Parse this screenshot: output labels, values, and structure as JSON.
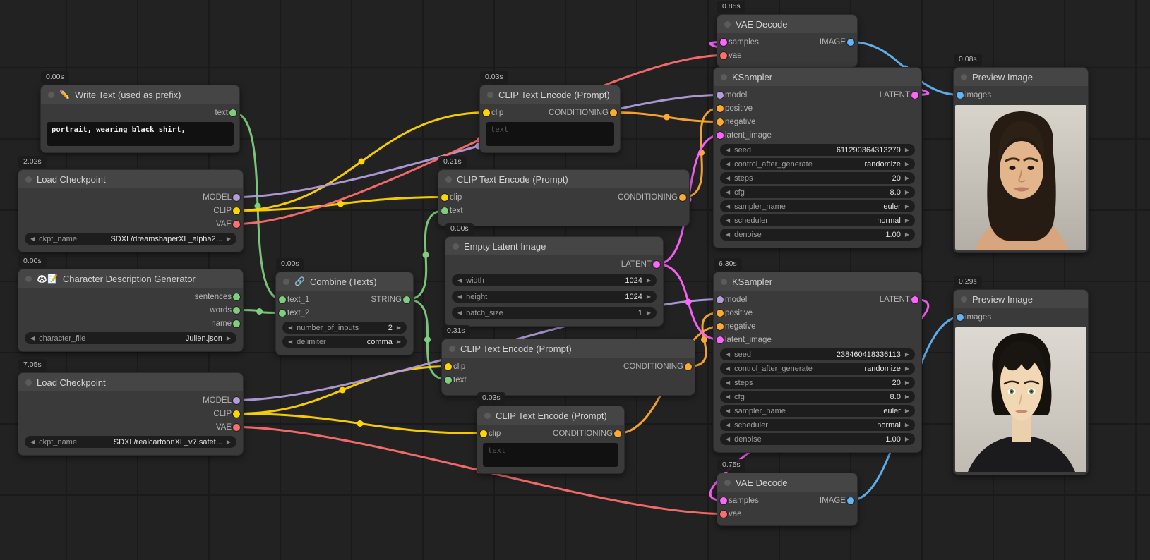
{
  "icons": {
    "left_arrow": "◀",
    "right_arrow": "▶"
  },
  "slot_colors": {
    "MODEL": "#b39ddb",
    "CLIP": "#ffd500",
    "VAE": "#ff6e6e",
    "CONDITIONING": "#ffa931",
    "LATENT": "#ff64ff",
    "IMAGE": "#64b5f6",
    "STRING": "#7ece7e"
  },
  "nodes": {
    "write_text": {
      "timing": "0.00s",
      "icon": "✏️",
      "title": "Write Text (used as prefix)",
      "outputs": [
        "text"
      ],
      "text_value": "portrait, wearing black shirt,"
    },
    "ckpt1": {
      "timing": "2.02s",
      "title": "Load Checkpoint",
      "outputs": [
        "MODEL",
        "CLIP",
        "VAE"
      ],
      "widgets": {
        "ckpt_name": {
          "label": "ckpt_name",
          "value": "SDXL/dreamshaperXL_alpha2..."
        }
      }
    },
    "char_gen": {
      "timing": "0.00s",
      "icon": "🐼📝",
      "title": "Character Description Generator",
      "outputs": [
        "sentences",
        "words",
        "name"
      ],
      "widgets": {
        "character_file": {
          "label": "character_file",
          "value": "Julien.json"
        }
      }
    },
    "ckpt2": {
      "timing": "7.05s",
      "title": "Load Checkpoint",
      "outputs": [
        "MODEL",
        "CLIP",
        "VAE"
      ],
      "widgets": {
        "ckpt_name": {
          "label": "ckpt_name",
          "value": "SDXL/realcartoonXL_v7.safet..."
        }
      }
    },
    "combine": {
      "timing": "0.00s",
      "icon": "🔗",
      "title": "Combine (Texts)",
      "inputs": [
        "text_1",
        "text_2"
      ],
      "outputs": [
        "STRING"
      ],
      "widgets": {
        "number_of_inputs": {
          "label": "number_of_inputs",
          "value": "2"
        },
        "delimiter": {
          "label": "delimiter",
          "value": "comma"
        }
      }
    },
    "clip_neg_top": {
      "timing": "0.03s",
      "title": "CLIP Text Encode (Prompt)",
      "inputs": [
        "clip"
      ],
      "outputs": [
        "CONDITIONING"
      ],
      "text_placeholder": "text"
    },
    "clip_pos_top": {
      "timing": "0.21s",
      "title": "CLIP Text Encode (Prompt)",
      "inputs": [
        "clip",
        "text"
      ],
      "outputs": [
        "CONDITIONING"
      ]
    },
    "empty_latent": {
      "timing": "0.00s",
      "title": "Empty Latent Image",
      "outputs": [
        "LATENT"
      ],
      "widgets": {
        "width": {
          "label": "width",
          "value": "1024"
        },
        "height": {
          "label": "height",
          "value": "1024"
        },
        "batch_size": {
          "label": "batch_size",
          "value": "1"
        }
      }
    },
    "clip_pos_bottom": {
      "timing": "0.31s",
      "title": "CLIP Text Encode (Prompt)",
      "inputs": [
        "clip",
        "text"
      ],
      "outputs": [
        "CONDITIONING"
      ]
    },
    "clip_neg_bottom": {
      "timing": "0.03s",
      "title": "CLIP Text Encode (Prompt)",
      "inputs": [
        "clip"
      ],
      "outputs": [
        "CONDITIONING"
      ],
      "text_placeholder": "text"
    },
    "vae_decode_top": {
      "timing": "0.85s",
      "title": "VAE Decode",
      "inputs": [
        "samples",
        "vae"
      ],
      "outputs": [
        "IMAGE"
      ]
    },
    "ksampler_top": {
      "title": "KSampler",
      "inputs": [
        "model",
        "positive",
        "negative",
        "latent_image"
      ],
      "outputs": [
        "LATENT"
      ],
      "widgets": {
        "seed": {
          "label": "seed",
          "value": "611290364313279"
        },
        "control_after_generate": {
          "label": "control_after_generate",
          "value": "randomize"
        },
        "steps": {
          "label": "steps",
          "value": "20"
        },
        "cfg": {
          "label": "cfg",
          "value": "8.0"
        },
        "sampler_name": {
          "label": "sampler_name",
          "value": "euler"
        },
        "scheduler": {
          "label": "scheduler",
          "value": "normal"
        },
        "denoise": {
          "label": "denoise",
          "value": "1.00"
        }
      }
    },
    "ksampler_bottom": {
      "timing": "6.30s",
      "title": "KSampler",
      "inputs": [
        "model",
        "positive",
        "negative",
        "latent_image"
      ],
      "outputs": [
        "LATENT"
      ],
      "widgets": {
        "seed": {
          "label": "seed",
          "value": "238460418336113"
        },
        "control_after_generate": {
          "label": "control_after_generate",
          "value": "randomize"
        },
        "steps": {
          "label": "steps",
          "value": "20"
        },
        "cfg": {
          "label": "cfg",
          "value": "8.0"
        },
        "sampler_name": {
          "label": "sampler_name",
          "value": "euler"
        },
        "scheduler": {
          "label": "scheduler",
          "value": "normal"
        },
        "denoise": {
          "label": "denoise",
          "value": "1.00"
        }
      }
    },
    "vae_decode_bottom": {
      "timing": "0.75s",
      "title": "VAE Decode",
      "inputs": [
        "samples",
        "vae"
      ],
      "outputs": [
        "IMAGE"
      ]
    },
    "preview_top": {
      "timing": "0.08s",
      "title": "Preview Image",
      "inputs": [
        "images"
      ]
    },
    "preview_bottom": {
      "timing": "0.29s",
      "title": "Preview Image",
      "inputs": [
        "images"
      ]
    }
  },
  "links": [
    {
      "from": "write_text.out.text",
      "to": "combine.in.text_1",
      "type": "STRING"
    },
    {
      "from": "char_gen.out.words",
      "to": "combine.in.text_2",
      "type": "STRING"
    },
    {
      "from": "combine.out.STRING",
      "to": "clip_pos_top.in.text",
      "type": "STRING"
    },
    {
      "from": "combine.out.STRING",
      "to": "clip_pos_bottom.in.text",
      "type": "STRING"
    },
    {
      "from": "ckpt1.out.CLIP",
      "to": "clip_neg_top.in.clip",
      "type": "CLIP"
    },
    {
      "from": "ckpt1.out.CLIP",
      "to": "clip_pos_top.in.clip",
      "type": "CLIP"
    },
    {
      "from": "ckpt2.out.CLIP",
      "to": "clip_pos_bottom.in.clip",
      "type": "CLIP"
    },
    {
      "from": "ckpt2.out.CLIP",
      "to": "clip_neg_bottom.in.clip",
      "type": "CLIP"
    },
    {
      "from": "ckpt1.out.MODEL",
      "to": "ksampler_top.in.model",
      "type": "MODEL"
    },
    {
      "from": "ckpt2.out.MODEL",
      "to": "ksampler_bottom.in.model",
      "type": "MODEL"
    },
    {
      "from": "ckpt1.out.VAE",
      "to": "vae_decode_top.in.vae",
      "type": "VAE"
    },
    {
      "from": "ckpt2.out.VAE",
      "to": "vae_decode_bottom.in.vae",
      "type": "VAE"
    },
    {
      "from": "clip_pos_top.out.CONDITIONING",
      "to": "ksampler_top.in.positive",
      "type": "CONDITIONING"
    },
    {
      "from": "clip_neg_top.out.CONDITIONING",
      "to": "ksampler_top.in.negative",
      "type": "CONDITIONING"
    },
    {
      "from": "clip_pos_bottom.out.CONDITIONING",
      "to": "ksampler_bottom.in.positive",
      "type": "CONDITIONING"
    },
    {
      "from": "clip_neg_bottom.out.CONDITIONING",
      "to": "ksampler_bottom.in.negative",
      "type": "CONDITIONING"
    },
    {
      "from": "empty_latent.out.LATENT",
      "to": "ksampler_top.in.latent_image",
      "type": "LATENT"
    },
    {
      "from": "empty_latent.out.LATENT",
      "to": "ksampler_bottom.in.latent_image",
      "type": "LATENT"
    },
    {
      "from": "ksampler_top.out.LATENT",
      "to": "vae_decode_top.in.samples",
      "type": "LATENT"
    },
    {
      "from": "ksampler_bottom.out.LATENT",
      "to": "vae_decode_bottom.in.samples",
      "type": "LATENT"
    },
    {
      "from": "vae_decode_top.out.IMAGE",
      "to": "preview_top.in.images",
      "type": "IMAGE"
    },
    {
      "from": "vae_decode_bottom.out.IMAGE",
      "to": "preview_bottom.in.images",
      "type": "IMAGE"
    }
  ]
}
